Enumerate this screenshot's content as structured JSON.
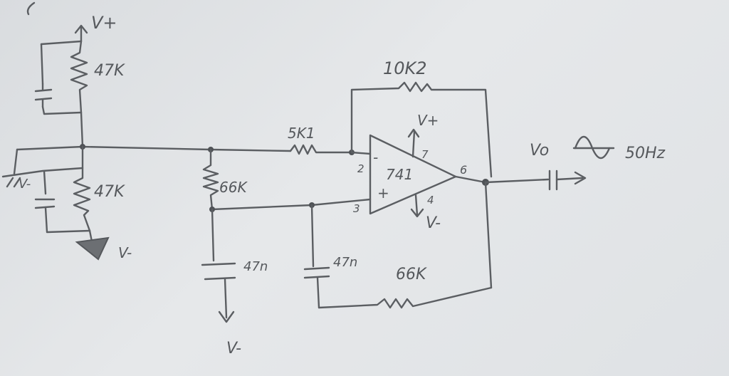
{
  "schematic": {
    "supply_positive_top": "V+",
    "resistor_top": "47K",
    "resistor_bottom": "47K",
    "supply_negative_left": "V-",
    "feedback_resistor": "10K2",
    "input_resistor": "5K1",
    "divider_resistor": "66K",
    "capacitor_left": "47n",
    "capacitor_right": "47n",
    "bottom_resistor": "66K",
    "supply_negative_bottom": "V-",
    "opamp": {
      "part": "741",
      "supply_positive": "V+",
      "supply_negative": "V-",
      "pin_inverting": "2",
      "pin_noninverting": "3",
      "pin_output": "6",
      "pin_vplus": "7",
      "pin_vminus": "4",
      "sign_minus": "-",
      "sign_plus": "+"
    },
    "output_label": "Vo",
    "output_frequency": "50Hz"
  }
}
